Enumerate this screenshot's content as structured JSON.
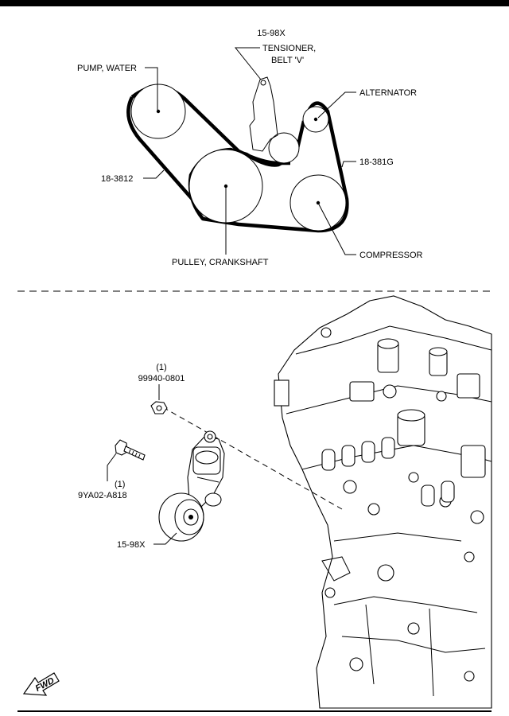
{
  "labels": {
    "tensioner_code": "15-98X",
    "tensioner_name_1": "TENSIONER,",
    "tensioner_name_2": "BELT 'V'",
    "pump": "PUMP, WATER",
    "alternator": "ALTERNATOR",
    "belt_left": "18-3812",
    "belt_right": "18-381G",
    "crankshaft": "PULLEY, CRANKSHAFT",
    "compressor": "COMPRESSOR",
    "nut_qty": "(1)",
    "nut_code": "99940-0801",
    "bolt_qty": "(1)",
    "bolt_code": "9YA02-A818",
    "assembly_code": "15-98X",
    "fwd": "FWD"
  },
  "colors": {
    "line": "#000000",
    "background": "#ffffff"
  }
}
